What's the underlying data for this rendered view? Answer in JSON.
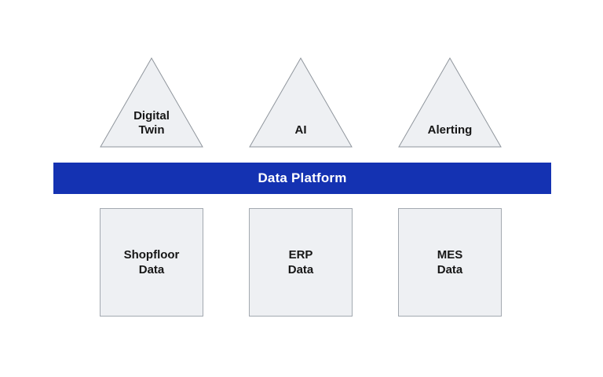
{
  "platform_bar": {
    "label": "Data Platform",
    "fill_color": "#1432b2",
    "text_color": "#ffffff"
  },
  "triangles": [
    {
      "label": "Digital\nTwin"
    },
    {
      "label": "AI"
    },
    {
      "label": "Alerting"
    }
  ],
  "squares": [
    {
      "label": "Shopfloor\nData"
    },
    {
      "label": "ERP\nData"
    },
    {
      "label": "MES\nData"
    }
  ],
  "colors": {
    "shape_fill": "#eef0f3",
    "triangle_border": "#8f959c",
    "square_border": "#a3a9b0",
    "text": "#161616",
    "background": "#ffffff"
  }
}
